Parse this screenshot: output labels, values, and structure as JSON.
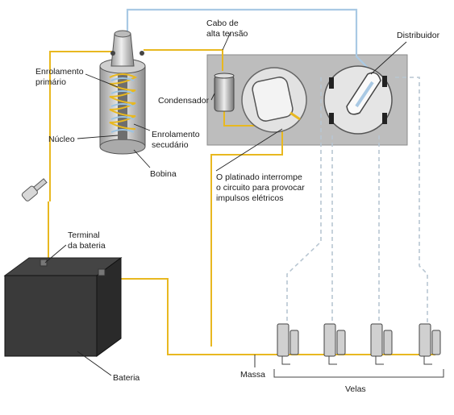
{
  "labels": {
    "cable_line1": "Cabo de",
    "cable_line2": "alta tensão",
    "distributor": "Distribuidor",
    "primary_line1": "Enrolamento",
    "primary_line2": "primário",
    "condenser": "Condensador",
    "core": "Núcleo",
    "secondary_line1": "Enrolamento",
    "secondary_line2": "secudário",
    "coil": "Bobina",
    "points_line1": "O platinado interrompe",
    "points_line2": "o circuito para provocar",
    "points_line3": "impulsos elétricos",
    "terminal_line1": "Terminal",
    "terminal_line2": "da bateria",
    "battery": "Bateria",
    "ground": "Massa",
    "plugs": "Velas"
  },
  "colors": {
    "low_tension_wire": "#e8b820",
    "high_tension_wire": "#a9c9e4",
    "panel": "#bfbfbf",
    "battery_body": "#2b2b2b",
    "coil_body": "#d9d9d9"
  },
  "icons": {
    "ignition_key": "key-icon"
  }
}
